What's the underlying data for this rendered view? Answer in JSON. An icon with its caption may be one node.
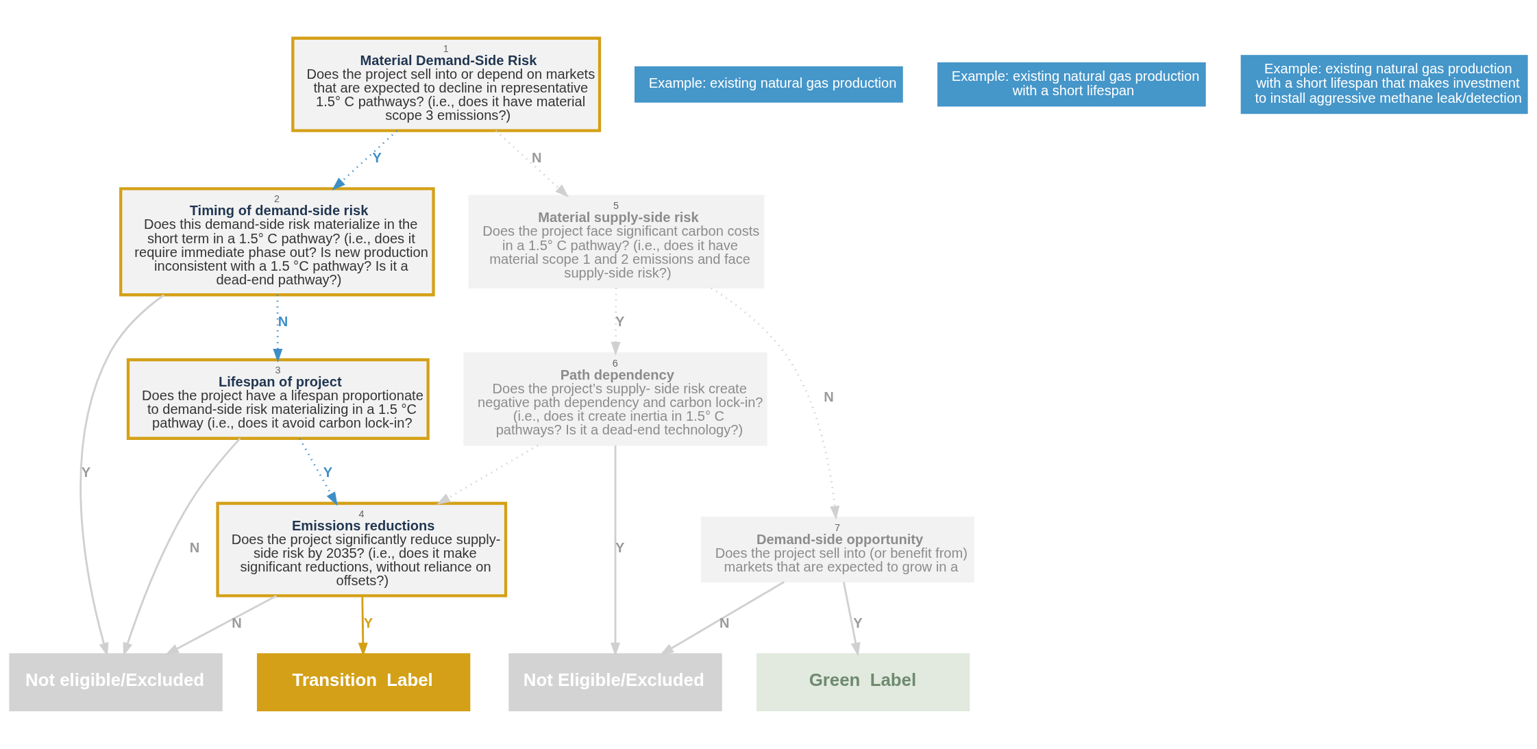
{
  "diagram": {
    "nodes": [
      {
        "text": [
          "1",
          "Material Demand-Side Risk",
          "Does the project sell into or depend on markets that are expected to decline in representative 1.5° C pathways? (i.e., does it have material scope 3 emissions?)"
        ]
      },
      {
        "text": [
          "2",
          "Timing of demand-side risk",
          "Does this demand-side risk materialize in the short term in a 1.5° C pathway? (i.e., does it require immediate phase out? Is new production inconsistent with a 1.5 °C pathway? Is it a dead-end pathway?)"
        ]
      },
      {
        "text": [
          "3",
          "Lifespan of project",
          "Does the project have a lifespan proportionate to demand-side risk materializing in a 1.5 °C pathway (i.e., does it avoid carbon lock-in?"
        ]
      },
      {
        "text": [
          "4",
          "Emissions reductions",
          "Does the project significantly reduce supply-side risk by 2035? (i.e., does it make significant reductions, without reliance on offsets?)"
        ]
      },
      {
        "text": [
          "5",
          "Material supply-side risk",
          "Does the project face significant carbon costs in a 1.5° C pathway? (i.e., does it have material scope 1 and 2 emissions and face supply-side risk?)"
        ]
      },
      {
        "text": [
          "6",
          "Path dependency",
          "Does the project’s supply- side risk create negative path dependency and carbon lock-in? (i.e., does it create inertia in 1.5° C pathways? Is it a dead-end technology?)"
        ]
      },
      {
        "text": [
          "7",
          "Demand-side opportunity",
          "Does the project sell into (or benefit from) markets that are expected to grow in a"
        ]
      },
      {
        "text": [
          "Not eligible/Excluded"
        ]
      },
      {
        "text": [
          "Not Eligible/Excluded"
        ]
      },
      {
        "text": [
          "Transition  Label"
        ]
      },
      {
        "text": [
          "Green  Label"
        ]
      },
      {
        "text": [
          "Example: existing natural gas production"
        ]
      },
      {
        "text": [
          "Example: existing natural gas production with a short lifespan"
        ]
      },
      {
        "text": [
          "Example: existing natural gas production with a short lifespan that makes investment to install aggressive methane leak/detection"
        ]
      }
    ],
    "edges": [
      {
        "from": 0,
        "to": 1,
        "arrow": "to",
        "label": "Y",
        "style": "dashed",
        "color": "#3f8fc6"
      },
      {
        "from": 0,
        "to": 4,
        "arrow": "to",
        "label": "N",
        "style": "dashed"
      },
      {
        "from": 1,
        "to": 7,
        "arrow": "to",
        "label": "Y"
      },
      {
        "from": 1,
        "to": 2,
        "arrow": "to",
        "label": "N",
        "style": "dashed",
        "color": "#3f8fc6"
      },
      {
        "from": 2,
        "to": 7,
        "arrow": "to",
        "label": "N"
      },
      {
        "from": 2,
        "to": 3,
        "arrow": "to",
        "label": "Y",
        "style": "dashed",
        "color": "#3f8fc6"
      },
      {
        "from": 3,
        "to": 7,
        "arrow": "to",
        "label": "N"
      },
      {
        "from": 3,
        "to": 9,
        "arrow": "to",
        "label": "Y",
        "color": "#d4a017"
      },
      {
        "from": 4,
        "to": 5,
        "arrow": "to",
        "label": "Y",
        "style": "dashed"
      },
      {
        "from": 4,
        "to": 6,
        "arrow": "to",
        "label": "N",
        "style": "dashed"
      },
      {
        "from": 5,
        "to": 8,
        "arrow": "to",
        "label": "Y"
      },
      {
        "from": 5,
        "to": 3,
        "arrow": "to",
        "style": "dashed"
      },
      {
        "from": 6,
        "to": 8,
        "arrow": "to",
        "label": "N"
      },
      {
        "from": 6,
        "to": 10,
        "arrow": "to",
        "label": "Y"
      }
    ]
  }
}
